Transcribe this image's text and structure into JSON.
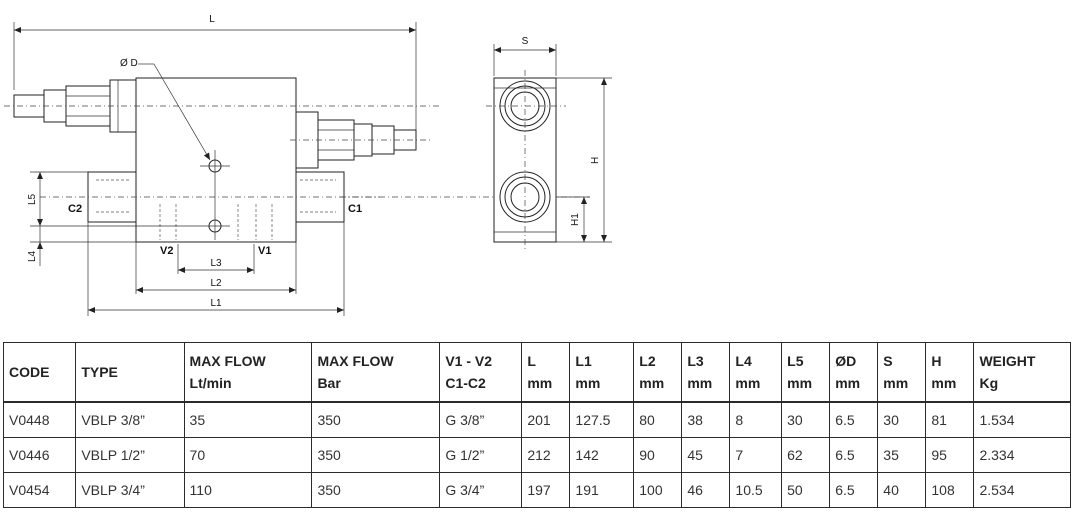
{
  "drawing": {
    "labels": {
      "L": "L",
      "D": "Ø D",
      "L5": "L5",
      "L4": "L4",
      "C2": "C2",
      "C1": "C1",
      "V2": "V2",
      "V1": "V1",
      "L3": "L3",
      "L2": "L2",
      "L1": "L1",
      "S": "S",
      "H": "H",
      "H1": "H1"
    }
  },
  "table": {
    "headers": [
      {
        "line1": "CODE",
        "line2": ""
      },
      {
        "line1": "TYPE",
        "line2": ""
      },
      {
        "line1": "MAX FLOW",
        "line2": "Lt/min"
      },
      {
        "line1": "MAX FLOW",
        "line2": "Bar"
      },
      {
        "line1": "V1 - V2",
        "line2": "C1-C2"
      },
      {
        "line1": "L",
        "line2": "mm"
      },
      {
        "line1": "L1",
        "line2": "mm"
      },
      {
        "line1": "L2",
        "line2": "mm"
      },
      {
        "line1": "L3",
        "line2": "mm"
      },
      {
        "line1": "L4",
        "line2": "mm"
      },
      {
        "line1": "L5",
        "line2": "mm"
      },
      {
        "line1": "ØD",
        "line2": "mm"
      },
      {
        "line1": "S",
        "line2": "mm"
      },
      {
        "line1": "H",
        "line2": "mm"
      },
      {
        "line1": "WEIGHT",
        "line2": "Kg"
      }
    ],
    "rows": [
      [
        "V0448",
        "VBLP 3/8”",
        "35",
        "350",
        "G 3/8”",
        "201",
        "127.5",
        "80",
        "38",
        "8",
        "30",
        "6.5",
        "30",
        "81",
        "1.534"
      ],
      [
        "V0446",
        "VBLP 1/2”",
        "70",
        "350",
        "G 1/2”",
        "212",
        "142",
        "90",
        "45",
        "7",
        "62",
        "6.5",
        "35",
        "95",
        "2.334"
      ],
      [
        "V0454",
        "VBLP 3/4”",
        "110",
        "350",
        "G 3/4”",
        "197",
        "191",
        "100",
        "46",
        "10.5",
        "50",
        "6.5",
        "40",
        "108",
        "2.534"
      ]
    ]
  }
}
